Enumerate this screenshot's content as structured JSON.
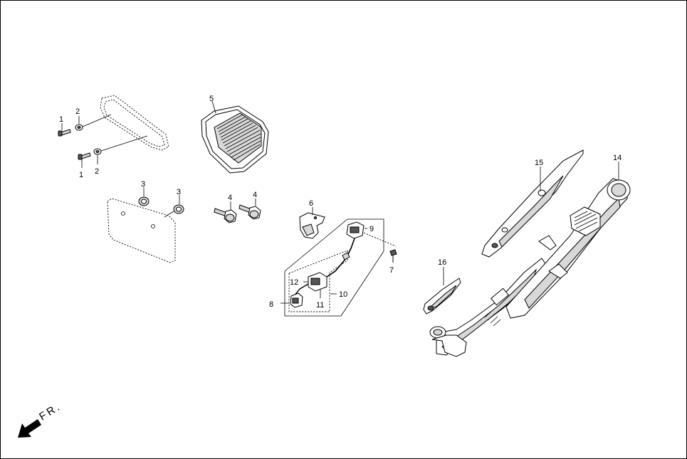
{
  "diagram": {
    "direction_label": "FR.",
    "callouts": [
      {
        "id": "c1a",
        "text": "1"
      },
      {
        "id": "c1b",
        "text": "1"
      },
      {
        "id": "c2a",
        "text": "2"
      },
      {
        "id": "c2b",
        "text": "2"
      },
      {
        "id": "c3a",
        "text": "3"
      },
      {
        "id": "c3b",
        "text": "3"
      },
      {
        "id": "c4a",
        "text": "4"
      },
      {
        "id": "c4b",
        "text": "4"
      },
      {
        "id": "c5",
        "text": "5"
      },
      {
        "id": "c6",
        "text": "6"
      },
      {
        "id": "c7",
        "text": "7"
      },
      {
        "id": "c8",
        "text": "8"
      },
      {
        "id": "c9",
        "text": "9"
      },
      {
        "id": "c10",
        "text": "10"
      },
      {
        "id": "c11",
        "text": "11"
      },
      {
        "id": "c12",
        "text": "12"
      },
      {
        "id": "c14",
        "text": "14"
      },
      {
        "id": "c15",
        "text": "15"
      },
      {
        "id": "c16",
        "text": "16"
      }
    ]
  }
}
